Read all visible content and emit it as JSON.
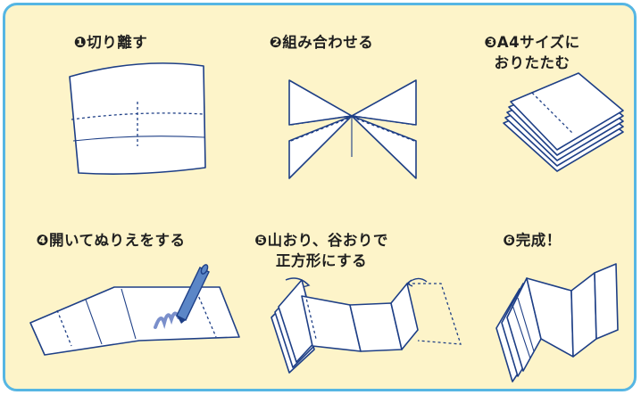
{
  "colors": {
    "panel_background": "#fdf4c9",
    "panel_border": "#56b6e3",
    "line": "#1e3f86",
    "pen": "#5b86c7",
    "scribble": "#7a8fcb"
  },
  "steps": [
    {
      "number": "❶",
      "lines": [
        "切り離す"
      ],
      "icon": "cut-sheet-illustration"
    },
    {
      "number": "❷",
      "lines": [
        "組み合わせる"
      ],
      "icon": "cross-combine-illustration"
    },
    {
      "number": "❸",
      "lines": [
        "A4サイズに",
        "おりたたむ"
      ],
      "icon": "folded-stack-illustration"
    },
    {
      "number": "❹",
      "lines": [
        "開いてぬりえをする"
      ],
      "icon": "coloring-pen-illustration"
    },
    {
      "number": "❺",
      "lines": [
        "山おり、谷おりで",
        "正方形にする"
      ],
      "icon": "zigzag-fold-illustration"
    },
    {
      "number": "❻",
      "lines": [
        "完成！"
      ],
      "icon": "finished-book-illustration"
    }
  ]
}
